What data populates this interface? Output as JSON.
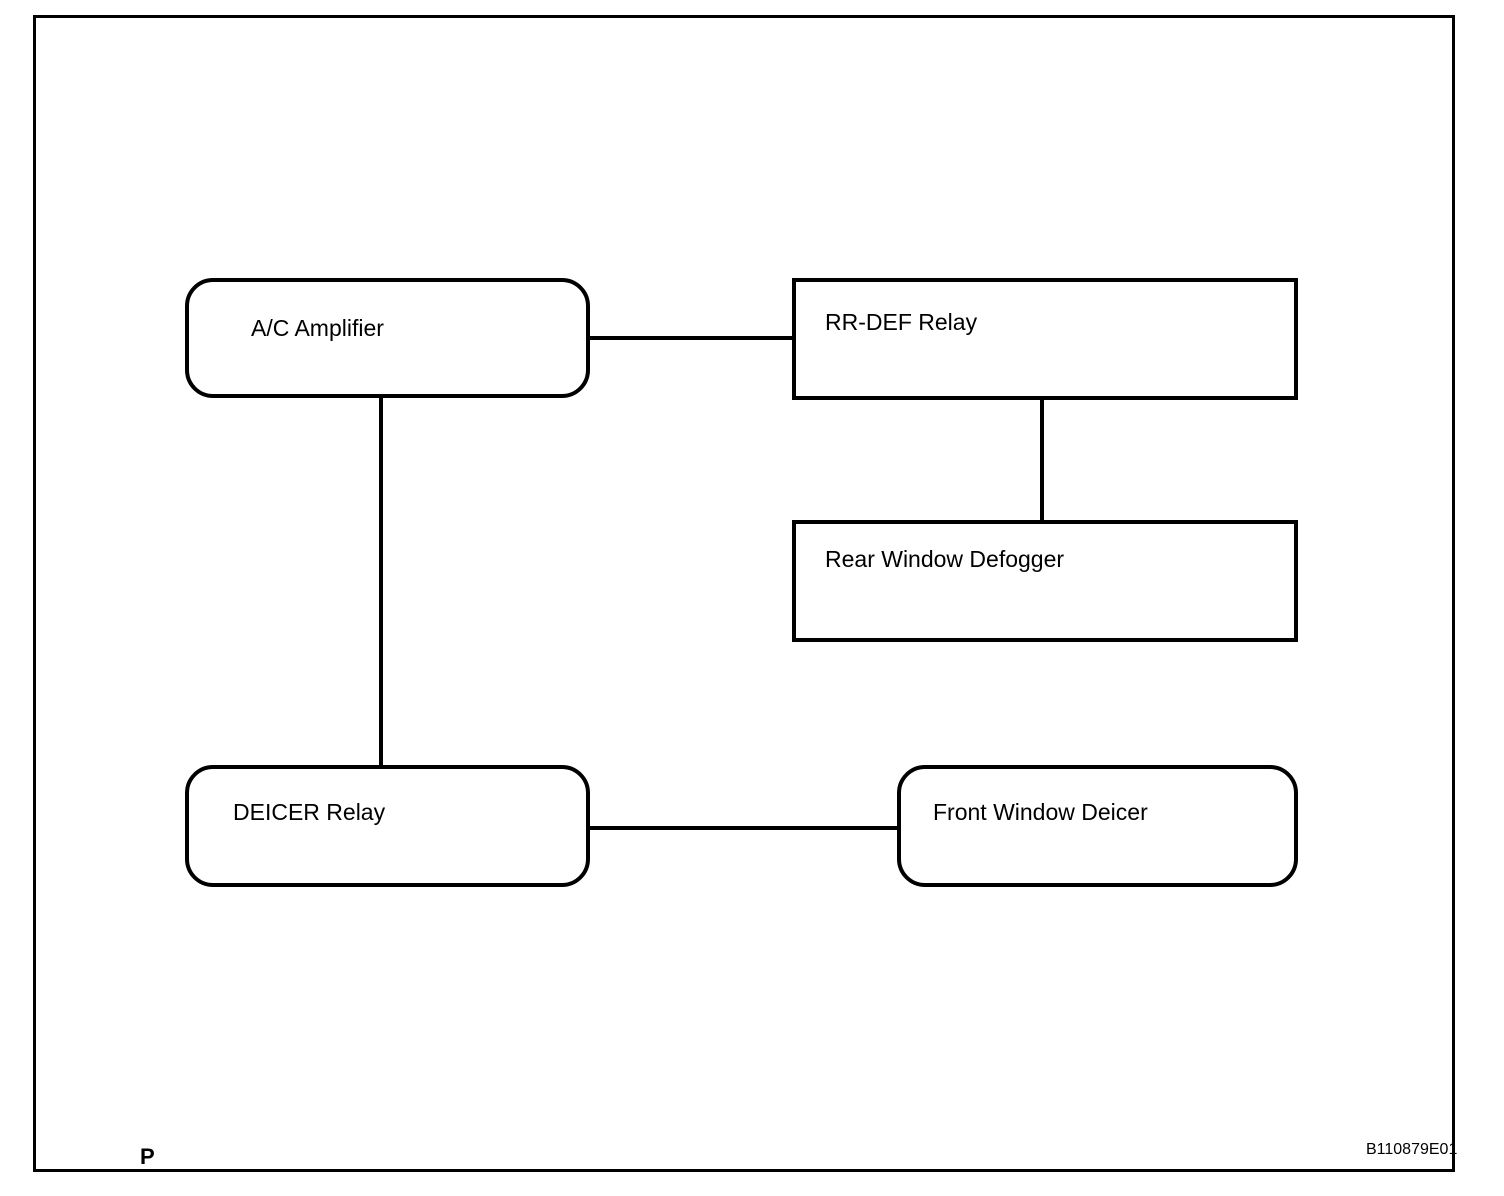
{
  "diagram": {
    "nodes": [
      {
        "id": "ac-amplifier",
        "label": "A/C Amplifier",
        "shape": "rounded"
      },
      {
        "id": "rr-def-relay",
        "label": "RR-DEF Relay",
        "shape": "rect"
      },
      {
        "id": "rear-window-defogger",
        "label": "Rear Window Defogger",
        "shape": "rect"
      },
      {
        "id": "deicer-relay",
        "label": "DEICER Relay",
        "shape": "rounded"
      },
      {
        "id": "front-window-deicer",
        "label": "Front Window Deicer",
        "shape": "rounded"
      }
    ],
    "edges": [
      {
        "from": "ac-amplifier",
        "to": "rr-def-relay",
        "orientation": "horizontal"
      },
      {
        "from": "rr-def-relay",
        "to": "rear-window-defogger",
        "orientation": "vertical"
      },
      {
        "from": "ac-amplifier",
        "to": "deicer-relay",
        "orientation": "vertical"
      },
      {
        "from": "deicer-relay",
        "to": "front-window-deicer",
        "orientation": "horizontal"
      }
    ],
    "footer": {
      "page_marker": "P",
      "figure_code": "B110879E01"
    },
    "colors": {
      "line": "#000000",
      "background": "#ffffff"
    }
  }
}
